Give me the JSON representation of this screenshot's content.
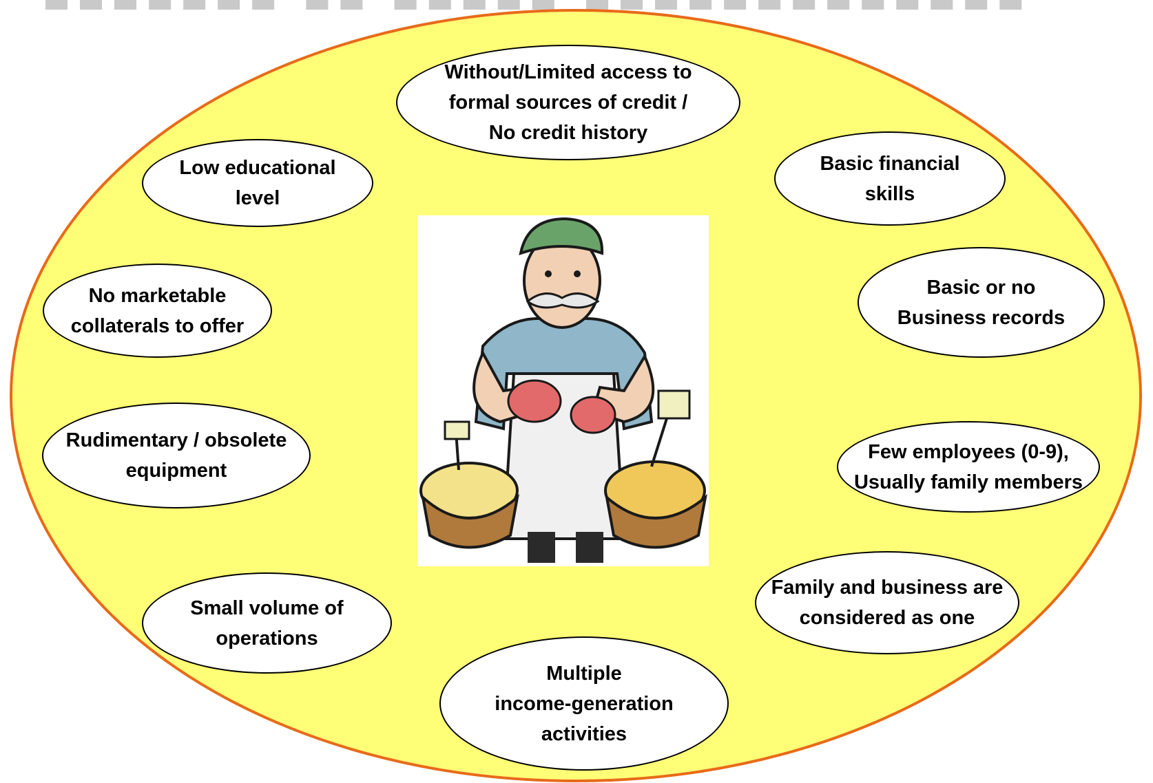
{
  "colors": {
    "outer_fill": "#ffff77",
    "outer_stroke": "#e86a1a",
    "bubble_fill": "#ffffff",
    "bubble_stroke": "#000000",
    "text": "#000000"
  },
  "center_image": {
    "icon": "vendor-with-fruit-baskets-illustration"
  },
  "bubbles": [
    {
      "id": "credit-access",
      "text": "Without/Limited access to\nformal sources of credit /\nNo credit history"
    },
    {
      "id": "low-education",
      "text": "Low educational\nlevel"
    },
    {
      "id": "financial-skills",
      "text": "Basic financial\nskills"
    },
    {
      "id": "collaterals",
      "text": "No marketable\ncollaterals to offer"
    },
    {
      "id": "business-records",
      "text": "Basic or no\nBusiness records"
    },
    {
      "id": "equipment",
      "text": "Rudimentary / obsolete\nequipment"
    },
    {
      "id": "employees",
      "text": "Few employees (0-9),\nUsually family members"
    },
    {
      "id": "volume",
      "text": "Small volume of\noperations"
    },
    {
      "id": "family-business",
      "text": "Family and business are\nconsidered as one"
    },
    {
      "id": "income-activities",
      "text": "Multiple\nincome-generation\nactivities"
    }
  ]
}
